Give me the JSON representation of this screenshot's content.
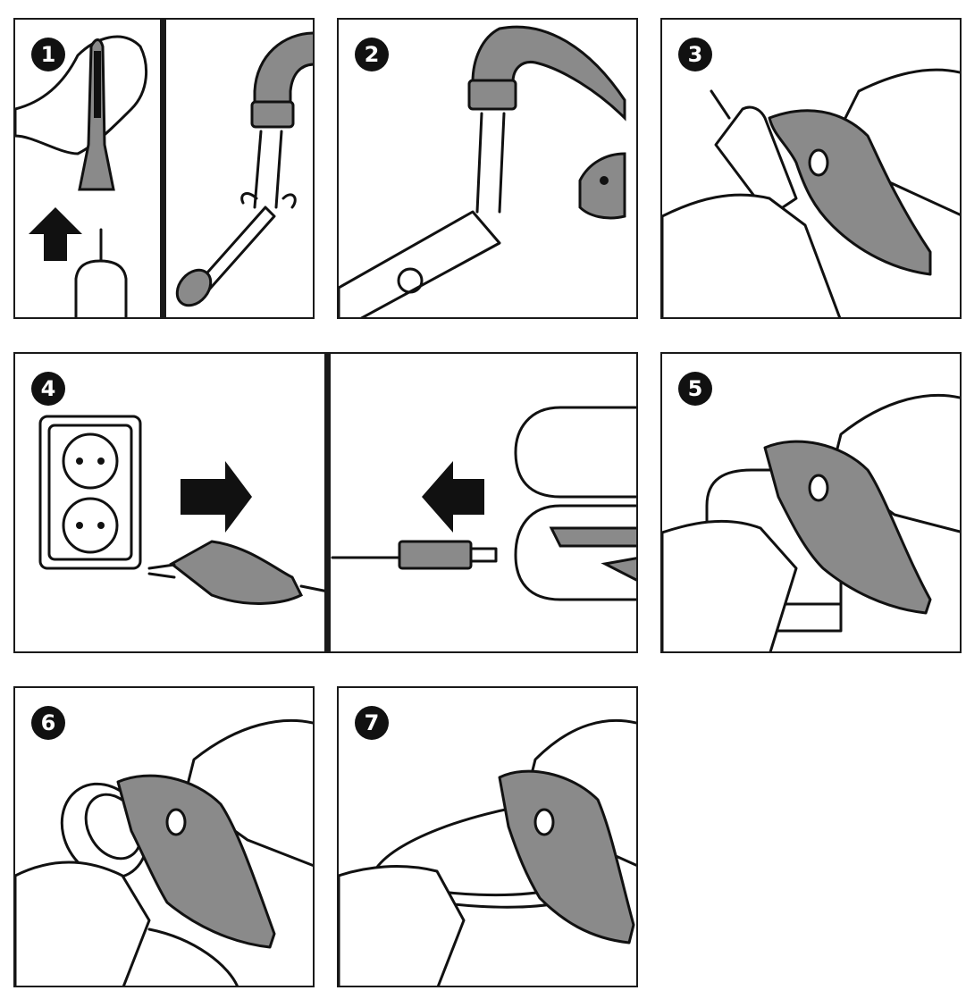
{
  "steps": [
    {
      "number": "1",
      "icon": "remove-brush-head-and-rinse"
    },
    {
      "number": "2",
      "icon": "rinse-handle-under-tap"
    },
    {
      "number": "3",
      "icon": "wipe-handle-with-cloth"
    },
    {
      "number": "4",
      "icon": "unplug-charger-and-cable"
    },
    {
      "number": "5",
      "icon": "wipe-charger-with-cloth"
    },
    {
      "number": "6",
      "icon": "wipe-charger-base-with-cloth"
    },
    {
      "number": "7",
      "icon": "wipe-travel-case-with-cloth"
    }
  ],
  "colors": {
    "line": "#111111",
    "cloth": "#8a8a8a",
    "background": "#ffffff"
  }
}
